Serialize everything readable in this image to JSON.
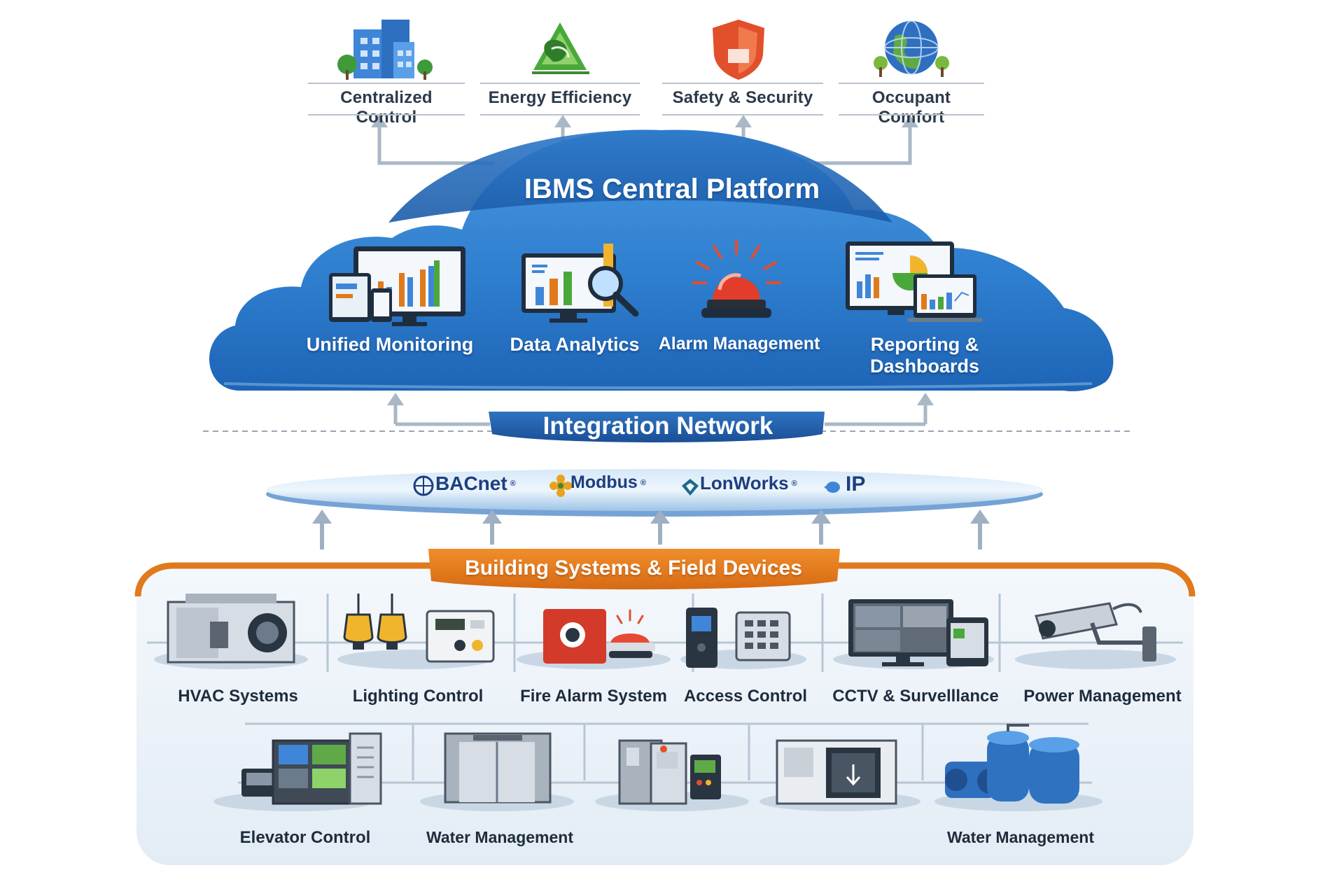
{
  "benefits": [
    {
      "label": "Centralized Control",
      "icon": "building-icon"
    },
    {
      "label": "Energy Efficiency",
      "icon": "recycle-leaf-icon"
    },
    {
      "label": "Safety & Security",
      "icon": "shield-icon"
    },
    {
      "label": "Occupant Comfort",
      "icon": "globe-icon"
    }
  ],
  "platform": {
    "title": "IBMS Central Platform",
    "modules": [
      {
        "label": "Unified Monitoring",
        "icon": "monitor-charts-icon"
      },
      {
        "label": "Data Analytics",
        "icon": "analytics-magnifier-icon"
      },
      {
        "label": "Alarm Management",
        "icon": "alarm-beacon-icon"
      },
      {
        "label": "Reporting & Dashboards",
        "icon": "dashboard-screens-icon"
      }
    ]
  },
  "network": {
    "title": "Integration Network",
    "protocols": [
      {
        "label": "BACnet",
        "icon": "bacnet-icon"
      },
      {
        "label": "Modbus",
        "icon": "modbus-icon"
      },
      {
        "label": "LonWorks",
        "icon": "lonworks-icon"
      },
      {
        "label": "IP",
        "icon": "ip-icon"
      }
    ],
    "registered_mark": "®"
  },
  "building_systems": {
    "title": "Building Systems & Field Devices",
    "row1": [
      {
        "label": "HVAC Systems",
        "icon": "hvac-unit-icon"
      },
      {
        "label": "Lighting Control",
        "icon": "light-bulbs-icon"
      },
      {
        "label": "Fire Alarm System",
        "icon": "fire-alarm-icon"
      },
      {
        "label": "Access Control",
        "icon": "keypad-icon"
      },
      {
        "label": "CCTV & Survelllance",
        "icon": "cctv-monitor-icon"
      },
      {
        "label": "Power Management",
        "icon": "camera-icon"
      }
    ],
    "row2": [
      {
        "label": "Elevator Control",
        "icon": "control-panel-icon"
      },
      {
        "label": "Water Management",
        "icon": "elevator-icon"
      },
      {
        "label": "",
        "icon": "electrical-cabinet-icon"
      },
      {
        "label": "",
        "icon": "elevator-door-icon"
      },
      {
        "label": "Water Management",
        "icon": "water-tanks-icon"
      }
    ]
  },
  "colors": {
    "cloud_blue": "#2f7fd0",
    "network_blue": "#1f5fb0",
    "building_orange": "#e07a1c",
    "arrow_gray": "#8fa2b6"
  }
}
